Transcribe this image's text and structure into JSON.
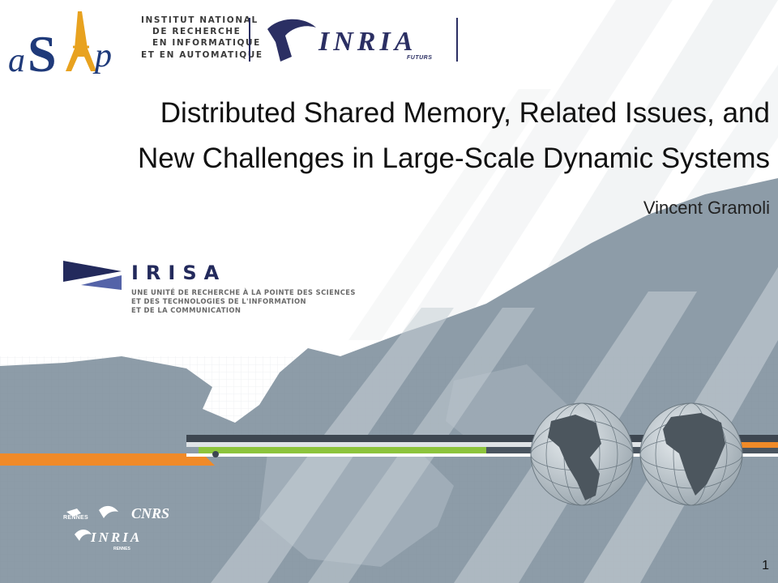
{
  "slide": {
    "title_line1": "Distributed Shared Memory, Related Issues, and",
    "title_line2": "New Challenges in Large-Scale Dynamic Systems",
    "author": "Vincent Gramoli",
    "page_number": "1"
  },
  "header": {
    "asap_logo_text": "aSAp",
    "institut_lines": [
      "INSTITUT NATIONAL",
      "DE RECHERCHE",
      "EN INFORMATIQUE",
      "ET EN AUTOMATIQUE"
    ],
    "inria_name": "INRIA",
    "inria_subtitle": "FUTURS"
  },
  "irisa": {
    "name": "IRISA",
    "tagline_lines": [
      "UNE UNITÉ DE RECHERCHE À LA POINTE DES SCIENCES",
      "ET DES TECHNOLOGIES DE L'INFORMATION",
      "ET DE LA COMMUNICATION"
    ]
  },
  "footer_logos": {
    "rennes_label": "RENNES",
    "cnrs_label": "CNRS",
    "inria_name": "INRIA",
    "inria_subtitle": "RENNES"
  },
  "colors": {
    "inria_blue": "#2b2f63",
    "irisa_blue": "#232a5c",
    "map_grey": "#8a9aa7",
    "accent_orange": "#f08a28",
    "accent_green": "#8cc43c"
  },
  "icons": {
    "asap_logo": "eiffel-tower-logo",
    "inria_emblem": "inria-bird-emblem",
    "irisa_emblem": "irisa-flag-emblem",
    "globe_left": "globe-americas",
    "globe_right": "globe-africa-europe"
  }
}
